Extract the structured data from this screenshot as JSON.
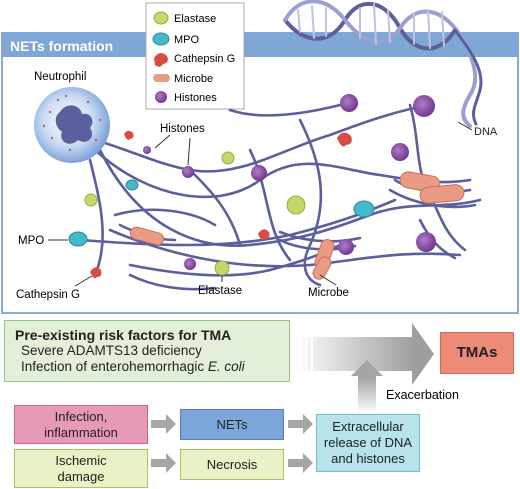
{
  "header": {
    "title": "NETs formation"
  },
  "legend": {
    "items": [
      {
        "label": "Elastase",
        "color": "#c3d86a"
      },
      {
        "label": "MPO",
        "color": "#45b9c9"
      },
      {
        "label": "Cathepsin G",
        "color": "#d94b45"
      },
      {
        "label": "Microbe",
        "color": "#eb9a84"
      },
      {
        "label": "Histones",
        "color": "#8b4fa0"
      }
    ]
  },
  "labels": {
    "neutrophil": "Neutrophil",
    "histones": "Histones",
    "dna": "DNA",
    "mpo": "MPO",
    "cathepsin_g": "Cathepsin G",
    "elastase": "Elastase",
    "microbe": "Microbe"
  },
  "risk": {
    "title": "Pre-existing risk factors for TMA",
    "line1": "Severe ADAMTS13 deficiency",
    "line2_prefix": "Infection of enterohemorrhagic ",
    "line2_italic": "E. coli"
  },
  "tmas": "TMAs",
  "exacerbation": "Exacerbation",
  "flow": {
    "infection_line1": "Infection,",
    "infection_line2": "inflammation",
    "ischemic_line1": "Ischemic",
    "ischemic_line2": "damage",
    "nets": "NETs",
    "necrosis": "Necrosis",
    "release_line1": "Extracellular",
    "release_line2": "release of DNA",
    "release_line3": "and histones"
  },
  "colors": {
    "header_band": "#7ea6d6",
    "strand": "#5b5f9e",
    "risk_fill": "#e4efd9",
    "tmas_fill": "#ee8a78",
    "infection_fill": "#e79ab8",
    "ischemic_fill": "#e9f1c6",
    "nets_fill": "#7da7db",
    "necrosis_fill": "#e9f1c6",
    "release_fill": "#b7e3ea"
  }
}
